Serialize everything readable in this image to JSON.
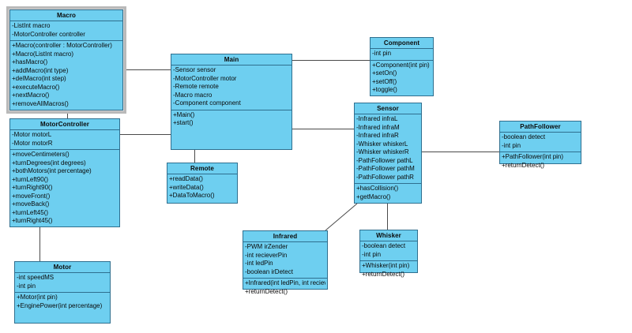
{
  "diagram": {
    "type": "uml-class-diagram",
    "background": "#ffffff",
    "box_fill": "#6ecff0",
    "box_border": "#2f6f8f",
    "line_color": "#4a4a4a",
    "selection_color": "#b9b9b9"
  },
  "classes": {
    "macro": {
      "name": "Macro",
      "attributes": [
        "-ListInt macro",
        "-MotorController controller"
      ],
      "operations": [
        "+Macro(controller : MotorController)",
        "+Macro(ListInt macro)",
        "+hasMacro()",
        "+addMacro(int type)",
        "+delMacro(int step)",
        "+executeMacro()",
        "+nextMacro()",
        "+removeAllMacros()"
      ]
    },
    "motorcontroller": {
      "name": "MotorController",
      "attributes": [
        "-Motor motorL",
        "-Motor motorR"
      ],
      "operations": [
        "+moveCentimeters()",
        "+turnDegrees(int degrees)",
        "+bothMotors(int percentage)",
        "+turnLeft90()",
        "+turnRight90()",
        "+moveFront()",
        "+moveBack()",
        "+turnLeft45()",
        "+turnRight45()"
      ]
    },
    "motor": {
      "name": "Motor",
      "attributes": [
        "-int speedMS",
        "-int pin"
      ],
      "operations": [
        "+Motor(int pin)",
        "+EnginePower(int percentage)"
      ]
    },
    "main": {
      "name": "Main",
      "attributes": [
        "-Sensor sensor",
        "-MotorController motor",
        "-Remote remote",
        "-Macro macro",
        "-Component component"
      ],
      "operations": [
        "+Main()",
        "+start()"
      ]
    },
    "remote": {
      "name": "Remote",
      "attributes": [],
      "operations": [
        "+readData()",
        "+writeData()",
        "+DataToMacro()"
      ]
    },
    "component": {
      "name": "Component",
      "attributes": [
        "-int pin"
      ],
      "operations": [
        "+Component(int pin)",
        "+setOn()",
        "+setOff()",
        "+toggle()"
      ]
    },
    "sensor": {
      "name": "Sensor",
      "attributes": [
        "-Infrared infraL",
        "-Infrared infraM",
        "-Infrared infraR",
        "-Whisker whiskerL",
        "-Whisker whiskerR",
        "-PathFollower pathL",
        "-PathFollower pathM",
        "-PathFollower pathR"
      ],
      "operations": [
        "+hasCollision()",
        "+getMacro()"
      ]
    },
    "pathfollower": {
      "name": "PathFollower",
      "attributes": [
        "-boolean detect",
        "-int pin"
      ],
      "operations": [
        "+PathFollower(int pin)",
        "+returnDetect()"
      ]
    },
    "infrared": {
      "name": "Infrared",
      "attributes": [
        "-PWM irZender",
        "-int recieverPin",
        "-int ledPin",
        "-boolean irDetect"
      ],
      "operations": [
        "+Infrared(int ledPin, int recieverPin)",
        "+returnDetect()"
      ]
    },
    "whisker": {
      "name": "Whisker",
      "attributes": [
        "-boolean detect",
        "-int pin"
      ],
      "operations": [
        "+Whisker(int pin)",
        "+returnDetect()"
      ]
    }
  }
}
